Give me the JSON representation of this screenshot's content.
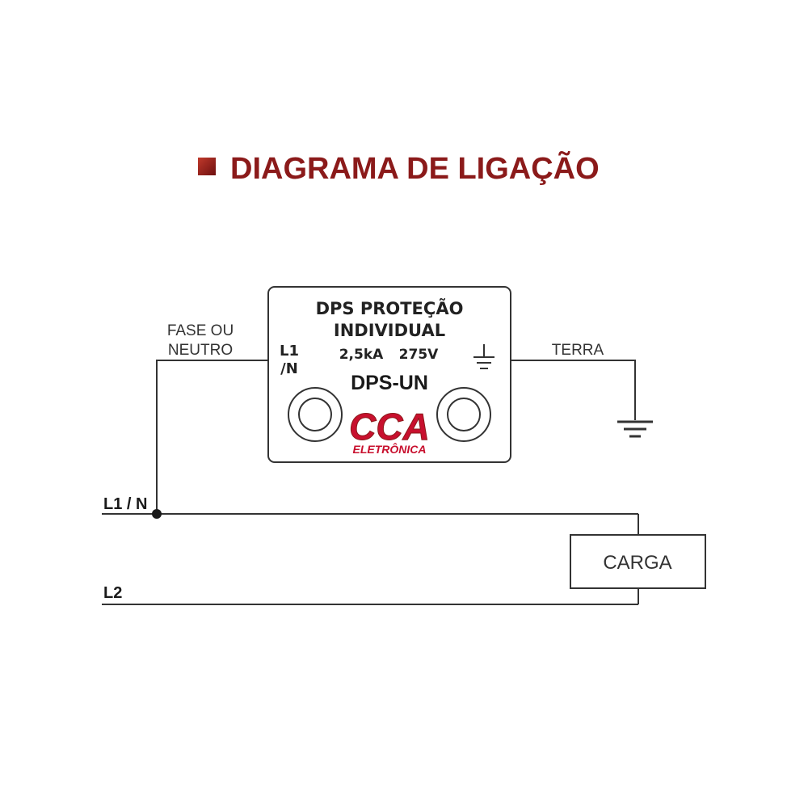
{
  "header": {
    "title": "DIAGRAMA DE LIGAÇÃO"
  },
  "device": {
    "name_line1": "DPS PROTEÇÃO",
    "name_line2": "INDIVIDUAL",
    "spec_current": "2,5kA",
    "spec_voltage": "275V",
    "model": "DPS-UN",
    "terminal_left_line1": "L1",
    "terminal_left_line2": "/N",
    "ground_terminal_icon": "ground-icon",
    "logo": {
      "brand": "CCA",
      "tagline": "ELETRÔNICA"
    }
  },
  "labels": {
    "phase_line1": "FASE OU",
    "phase_line2": "NEUTRO",
    "earth": "TERRA",
    "line1": "L1 / N",
    "line2": "L2",
    "load": "CARGA"
  },
  "icons": {
    "title_marker": "square-bullet-icon",
    "earth_symbol": "ground-icon"
  },
  "colors": {
    "brand_red": "#8b1a1a",
    "logo_red": "#c8102e",
    "wire": "#333333"
  }
}
